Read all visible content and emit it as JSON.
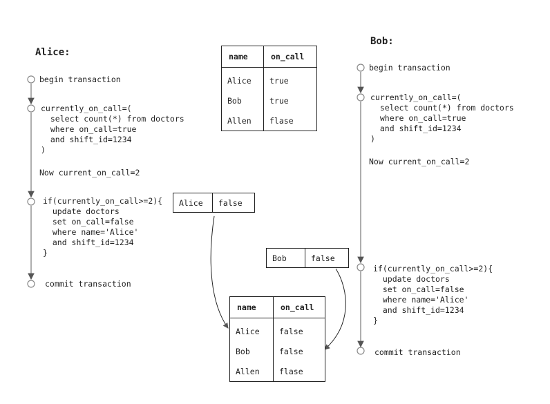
{
  "alice": {
    "title": "Alice:",
    "steps": [
      "begin transaction",
      "currently_on_call=(\n  select count(*) from doctors\n  where on_call=true\n  and shift_id=1234\n)",
      "Now current_on_call=2",
      "if(currently_on_call>=2){\n  update doctors\n  set on_call=false\n  where name='Alice'\n  and shift_id=1234\n}",
      "commit transaction"
    ],
    "update": [
      "Alice",
      "false"
    ]
  },
  "bob": {
    "title": "Bob:",
    "steps": [
      "begin transaction",
      "currently_on_call=(\n  select count(*) from doctors\n  where on_call=true\n  and shift_id=1234\n)",
      "Now current_on_call=2",
      "if(currently_on_call>=2){\n  update doctors\n  set on_call=false\n  where name='Alice'\n  and shift_id=1234\n}",
      "commit transaction"
    ],
    "update": [
      "Bob",
      "false"
    ]
  },
  "table_before": {
    "headers": [
      "name",
      "on_call"
    ],
    "rows": [
      [
        "Alice",
        "true"
      ],
      [
        "Bob",
        "true"
      ],
      [
        "Allen",
        "flase"
      ]
    ]
  },
  "table_after": {
    "headers": [
      "name",
      "on_call"
    ],
    "rows": [
      [
        "Alice",
        "false"
      ],
      [
        "Bob",
        "false"
      ],
      [
        "Allen",
        "flase"
      ]
    ]
  },
  "colors": {
    "line": "#555555",
    "node": "#888888",
    "border": "#222222"
  }
}
